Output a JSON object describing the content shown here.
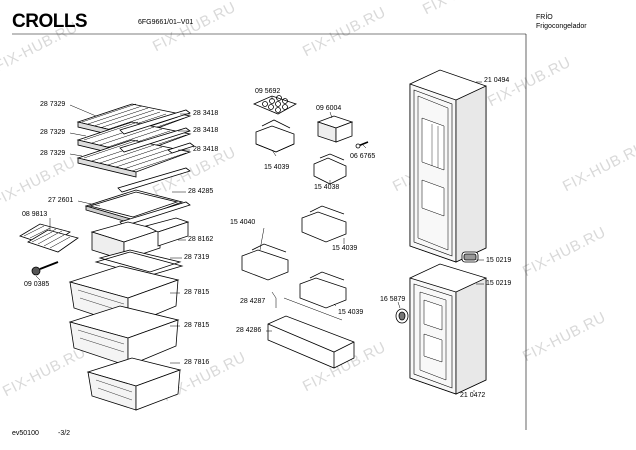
{
  "header": {
    "brand": "CROLLS",
    "model": "6FG9661/01–V01",
    "category": "FRÍO",
    "subcategory": "Frigocongelador"
  },
  "footer": {
    "code": "ev50100",
    "page": "-3/2"
  },
  "watermark": "FIX-HUB.RU",
  "parts": {
    "p287329a": "28 7329",
    "p287329b": "28 7329",
    "p287329c": "28 7329",
    "p283418a": "28 3418",
    "p283418b": "28 3418",
    "p283418c": "28 3418",
    "p284285": "28 4285",
    "p272601": "27 2601",
    "p089813": "08 9813",
    "p288162": "28 8162",
    "p287319": "28 7319",
    "p090385": "09 0385",
    "p287815a": "28 7815",
    "p287815b": "28 7815",
    "p287816": "28 7816",
    "p095692": "09 5692",
    "p096004": "09 6004",
    "p154039a": "15 4039",
    "p154038": "15 4038",
    "p066765": "06 6765",
    "p154040": "15 4040",
    "p154039b": "15 4039",
    "p154039c": "15 4039",
    "p284287": "28 4287",
    "p284286": "28 4286",
    "p210494": "21 0494",
    "p150219a": "15 0219",
    "p150219b": "15 0219",
    "p165879": "16 5879",
    "p210472": "21 0472"
  }
}
